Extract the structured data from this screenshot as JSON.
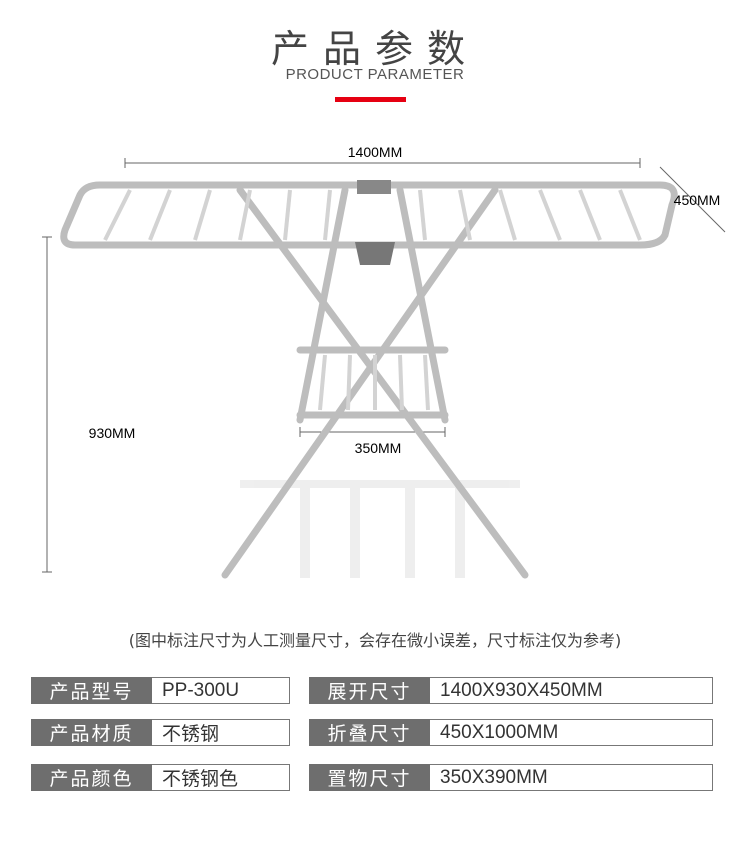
{
  "header": {
    "title": "产品参数",
    "subtitle": "PRODUCT PARAMETER",
    "accent_color": "#e60012"
  },
  "dimensions": {
    "width": "1400MM",
    "depth": "450MM",
    "height": "930MM",
    "shelf": "350MM"
  },
  "note": "(图中标注尺寸为人工测量尺寸，会存在微小误差，尺寸标注仅为参考)",
  "specs": [
    {
      "label": "产品型号",
      "value": "PP-300U"
    },
    {
      "label": "展开尺寸",
      "value": "1400X930X450MM"
    },
    {
      "label": "产品材质",
      "value": "不锈钢"
    },
    {
      "label": "折叠尺寸",
      "value": "450X1000MM"
    },
    {
      "label": "产品颜色",
      "value": "不锈钢色"
    },
    {
      "label": "置物尺寸",
      "value": "350X390MM"
    }
  ]
}
